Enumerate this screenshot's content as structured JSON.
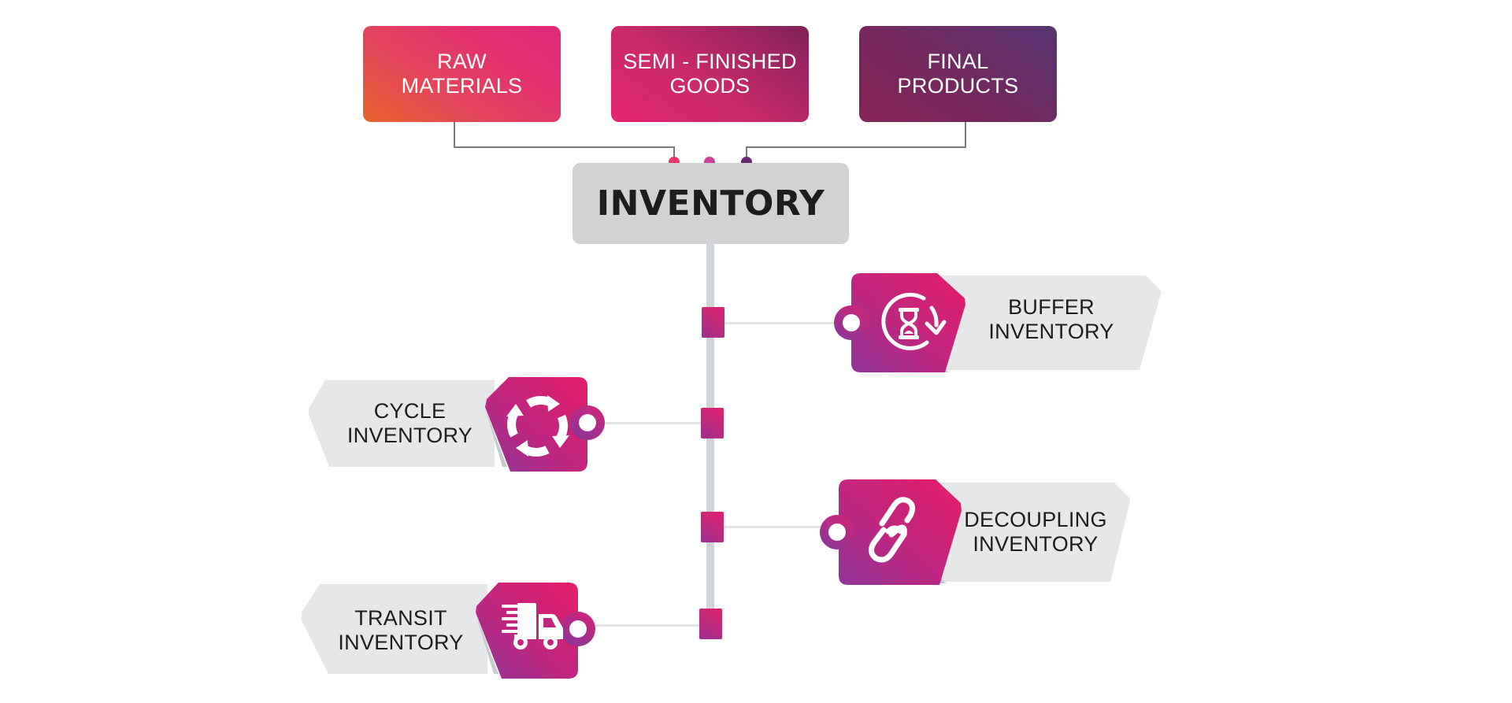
{
  "sources": [
    {
      "line1": "RAW",
      "line2": "MATERIALS"
    },
    {
      "line1": "SEMI - FINISHED",
      "line2": "GOODS"
    },
    {
      "line1": "FINAL",
      "line2": "PRODUCTS"
    }
  ],
  "center": {
    "title": "INVENTORY"
  },
  "connector_dots": [
    {
      "color": "#e8356b"
    },
    {
      "color": "#cb4597"
    },
    {
      "color": "#6b2577"
    }
  ],
  "types": [
    {
      "line1": "BUFFER",
      "line2": "INVENTORY",
      "icon": "hourglass-refresh-icon",
      "side": "right"
    },
    {
      "line1": "CYCLE",
      "line2": "INVENTORY",
      "icon": "cycle-arrows-icon",
      "side": "left"
    },
    {
      "line1": "DECOUPLING",
      "line2": "INVENTORY",
      "icon": "broken-chain-link-icon",
      "side": "right"
    },
    {
      "line1": "TRANSIT",
      "line2": "INVENTORY",
      "icon": "delivery-truck-icon",
      "side": "left"
    }
  ],
  "colors": {
    "tag_gradient_start": "#e31d6c",
    "tag_gradient_end": "#8e3597",
    "tag_gray": "#e6e7e8",
    "center_box": "#d1d2d4"
  }
}
